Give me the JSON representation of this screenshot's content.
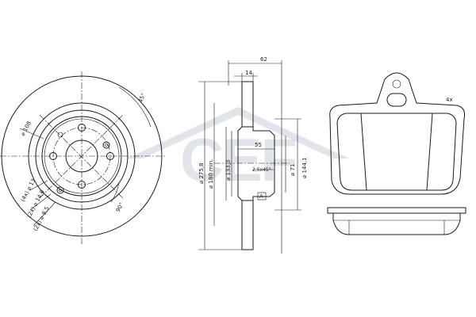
{
  "brand_watermark": "CEF",
  "disc_front": {
    "pcd": "⌀ 108",
    "bolt_holes": "(4x) ⌀ 13",
    "center_holes": "(2x) ⌀ 14,6",
    "other_holes": "(2x) ⌀ 8,5",
    "angle_label": "45°",
    "angle_right": "90°"
  },
  "disc_section": {
    "width_total": "62",
    "thickness": "14",
    "hub_depth": "55",
    "diameter_outer": "⌀ 275,8",
    "diameter_friction": "⌀ 180 min.",
    "diameter_hub": "⌀ 133,3",
    "diameter_center": "⌀ 71",
    "diameter_pilot": "⌀ 144,1",
    "chamfer": "2,5x45°",
    "datum": "A"
  },
  "pad": {
    "quantity": "4x"
  },
  "colors": {
    "line": "#1a1a1a",
    "watermark": "#c9cfd8"
  }
}
